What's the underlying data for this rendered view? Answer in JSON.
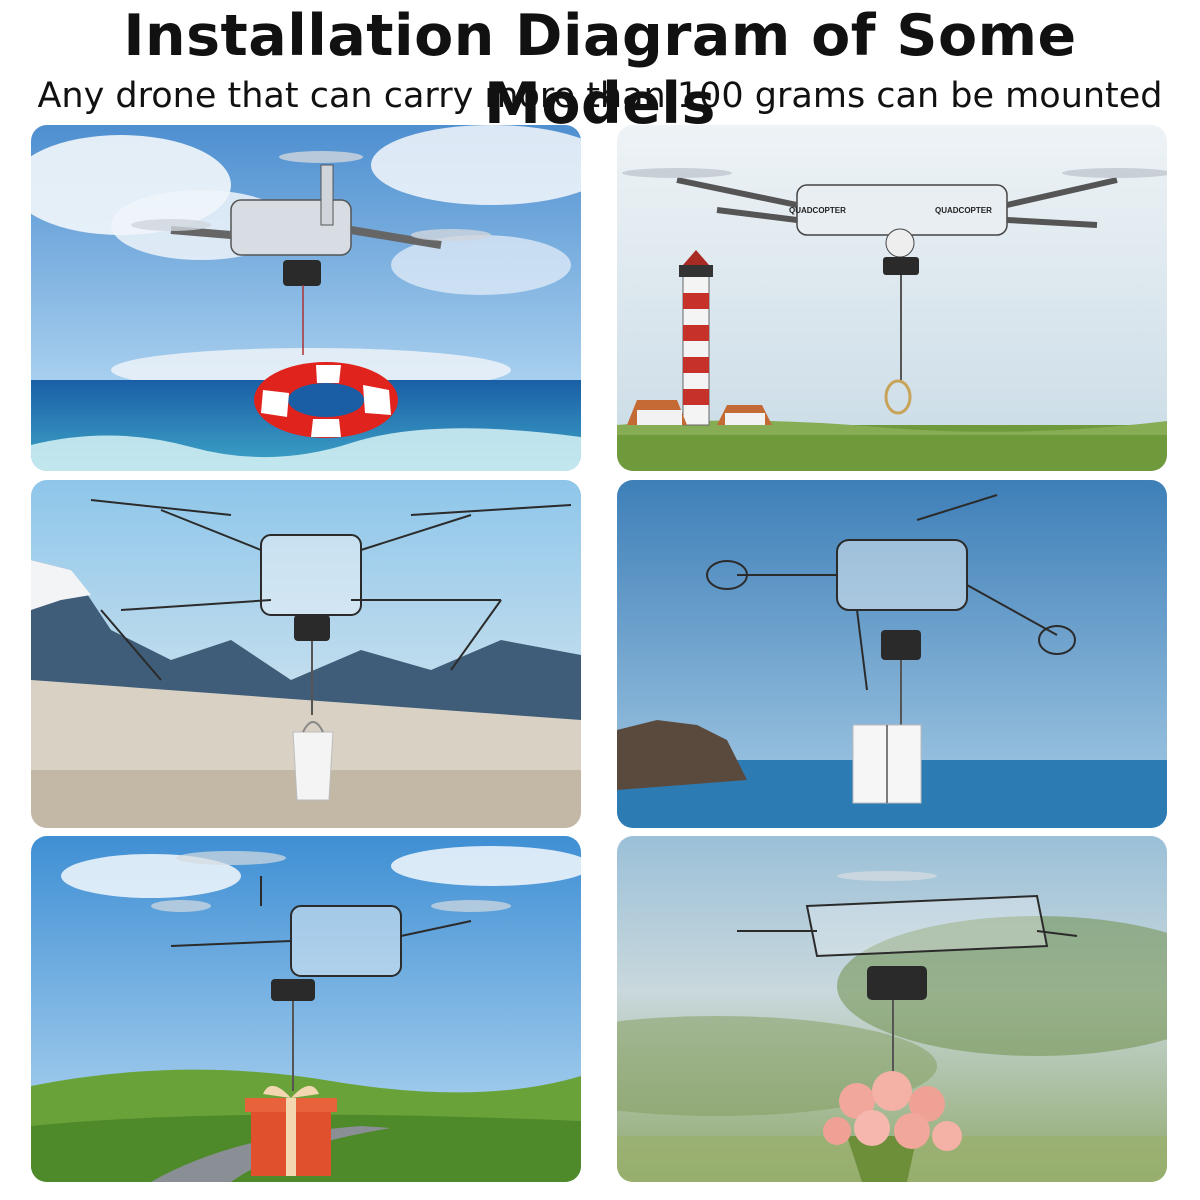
{
  "header": {
    "title": "Installation Diagram of Some Models",
    "subtitle": "Any drone that can carry more than 100 grams can be mounted"
  },
  "panels": [
    {
      "scene": "drone carrying life buoy over ocean",
      "payload": "life-buoy-icon",
      "drone_labels": []
    },
    {
      "scene": "drone carrying ring near lighthouse",
      "payload": "ring-icon",
      "drone_labels": [
        "QUADCOPTER",
        "QUADCOPTER"
      ]
    },
    {
      "scene": "drone carrying gift bag over mountains",
      "payload": "gift-bag-icon",
      "drone_labels": []
    },
    {
      "scene": "drone carrying white box over sea cliff",
      "payload": "box-icon",
      "drone_labels": []
    },
    {
      "scene": "drone carrying gift box over countryside road",
      "payload": "gift-box-icon",
      "drone_labels": []
    },
    {
      "scene": "drone carrying bouquet of roses over blurred field",
      "payload": "rose-bouquet-icon",
      "drone_labels": []
    }
  ],
  "colors": {
    "sky": "#5f9fd8",
    "sea": "#1f6fb5",
    "grass": "#6e9a3c",
    "buoy_red": "#e0231c",
    "mount_black": "#2a2a2a",
    "rose": "#f2a79c"
  }
}
